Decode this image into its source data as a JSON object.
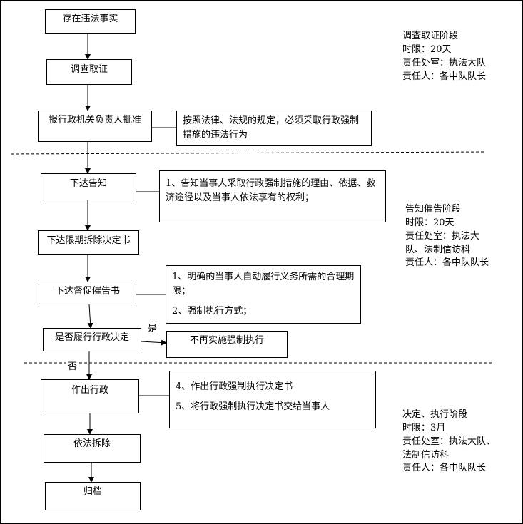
{
  "steps": {
    "s1": "存在违法事实",
    "s2": "调查取证",
    "s3": "报行政机关负责人批准",
    "s4": "下达告知",
    "s5": "下达限期拆除决定书",
    "s6": "下达督促催告书",
    "s7": "是否履行行政决定",
    "s8": "不再实施强制执行",
    "s9": "作出行政",
    "s10": "依法拆除",
    "s11": "归档"
  },
  "notes": {
    "n1": "按照法律、法规的规定，必须采取行政强制措施的违法行为",
    "n2": "1、告知当事人采取行政强制措施的理由、依据、救济途径以及当事人依法享有的权利；",
    "n3a": "1、明确的当事人自动履行义务所需的合理期限；",
    "n3b": "2、强制执行方式；",
    "n4a": "4、作出行政强制执行决定书",
    "n4b": "5、将行政强制执行决定书交给当事人"
  },
  "labels": {
    "yes": "是",
    "no": "否"
  },
  "stages": {
    "st1": [
      "调查取证阶段",
      "时限：20天",
      "责任处室：执法大队",
      "责任人：各中队队长"
    ],
    "st2": [
      "告知催告阶段",
      "时限：20天",
      "责任处室：执法大",
      "队、法制信访科",
      "责任人：各中队队长"
    ],
    "st3": [
      "决定、执行阶段",
      "时限：3月",
      "责任处室：执法大队、",
      "法制信访科",
      "责任人：各中队队长"
    ]
  }
}
